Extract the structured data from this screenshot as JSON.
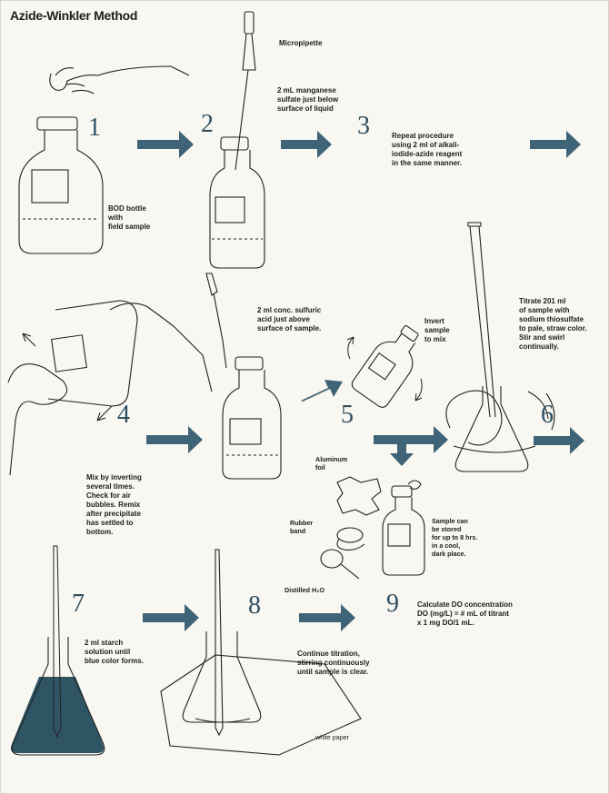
{
  "title": "Azide-Winkler Method",
  "colors": {
    "arrow": "#3f6477",
    "ink": "#1f1f1f",
    "starch": "#2f5565"
  },
  "steps": [
    {
      "num": "1",
      "text": "BOD bottle\nwith\nfield sample"
    },
    {
      "num": "2",
      "text": "2 mL manganese\nsulfate just below\nsurface of liquid",
      "tool": "Micropipette"
    },
    {
      "num": "3",
      "text": "Repeat procedure\nusing 2 ml of alkali-\niodide-azide reagent\nin the same manner."
    },
    {
      "num": "4",
      "text": "Mix by inverting\nseveral times.\nCheck for air\nbubbles.  Remix\nafter precipitate\nhas settled to\nbottom."
    },
    {
      "num": "5",
      "text": "2 ml conc. sulfuric\nacid just above\nsurface of sample.",
      "invert": "Invert\nsample\nto mix"
    },
    {
      "num": "6",
      "text": "Titrate 201 ml\nof sample with\nsodium thiosulfate\nto pale, straw color.\nStir and swirl\ncontinually."
    },
    {
      "num": "7",
      "text": "2 ml starch\nsolution until\nblue color forms."
    },
    {
      "num": "8",
      "text": "Continue titration,\nstirring continuously\nuntil sample is clear.",
      "paper": "white paper"
    },
    {
      "num": "9",
      "text": "Calculate DO concentration\nDO (mg/L) = # mL of titrant\nx 1 mg DO/1 mL."
    }
  ],
  "storage": {
    "foil": "Aluminum\nfoil",
    "band": "Rubber\nband",
    "water": "Distilled H₂O",
    "note": "Sample can\nbe stored\nfor up to 8 hrs.\nin a cool,\ndark place."
  }
}
